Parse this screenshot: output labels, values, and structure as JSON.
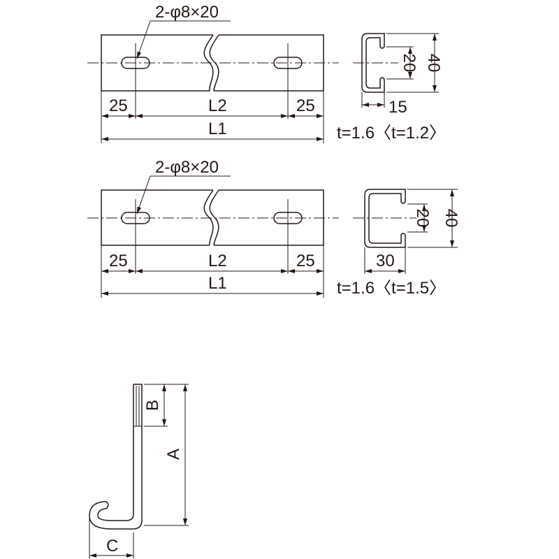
{
  "view_a": {
    "hole_callout": "2-φ8×20",
    "dim_left_end": "25",
    "dim_pitch": "L2",
    "dim_right_end": "25",
    "dim_overall": "L1",
    "section_inner_height": "20",
    "section_outer_height": "40",
    "section_width": "15",
    "thickness_note": "t=1.6〈t=1.2〉"
  },
  "view_b": {
    "hole_callout": "2-φ8×20",
    "dim_left_end": "25",
    "dim_pitch": "L2",
    "dim_right_end": "25",
    "dim_overall": "L1",
    "section_inner_height": "20",
    "section_outer_height": "40",
    "section_width": "30",
    "thickness_note": "t=1.6〈t=1.5〉"
  },
  "hook": {
    "dim_thread_length": "B",
    "dim_total_length": "A",
    "dim_hook_width": "C"
  }
}
